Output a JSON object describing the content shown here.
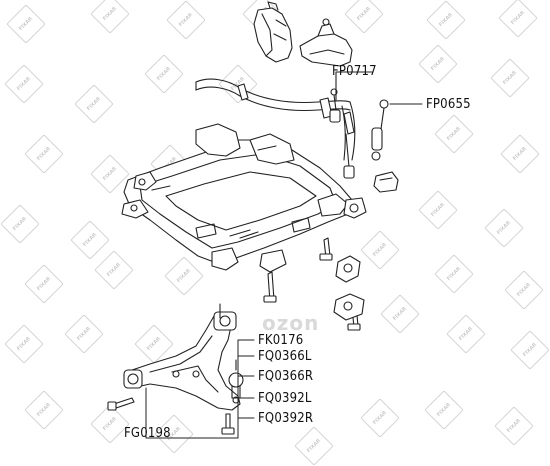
{
  "labels": {
    "fp0717": "FP0717",
    "fp0655": "FP0655",
    "fk0176": "FK0176",
    "fq0366l": "FQ0366L",
    "fq0366r": "FQ0366R",
    "fq0392l": "FQ0392L",
    "fq0392r": "FQ0392R",
    "fg0198": "FG0198"
  },
  "watermark": {
    "brand": "FIXAR",
    "overlay": "ozon"
  },
  "colors": {
    "line": "#222222",
    "watermark": "#cfcfcf",
    "background": "#ffffff"
  }
}
